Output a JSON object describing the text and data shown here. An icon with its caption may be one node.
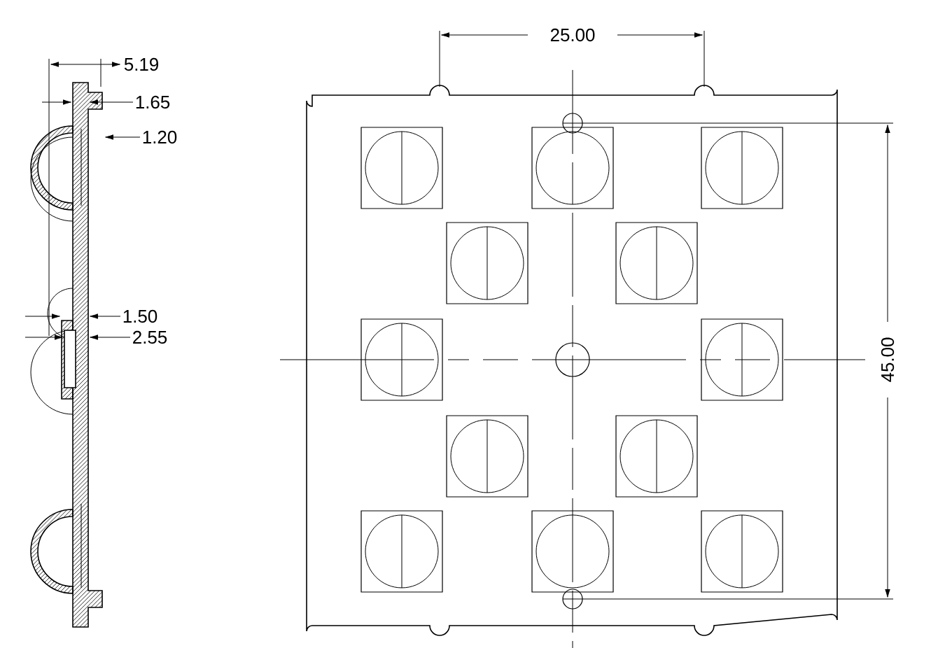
{
  "diagram": {
    "labels": [
      "5.19",
      "1.65",
      "1.20",
      "1.50",
      "2.55",
      "25.00",
      "45.00"
    ]
  }
}
